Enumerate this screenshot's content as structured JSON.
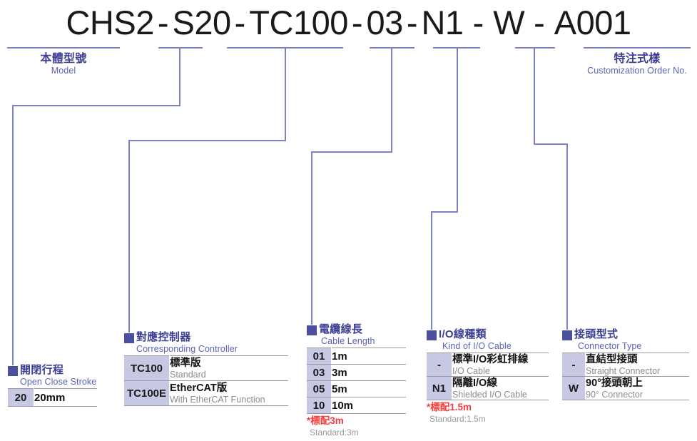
{
  "model_number": {
    "segments": [
      {
        "id": "model",
        "text": "CHS2"
      },
      {
        "id": "stroke",
        "text": "S20"
      },
      {
        "id": "controller",
        "text": "TC100"
      },
      {
        "id": "cable_length",
        "text": "03"
      },
      {
        "id": "io_cable",
        "text": "N1"
      },
      {
        "id": "connector",
        "text": "W"
      },
      {
        "id": "custom_order",
        "text": "A001"
      }
    ],
    "separator": "-"
  },
  "callouts": [
    {
      "id": "model",
      "title_cn": "本體型號",
      "title_en": "Model"
    },
    {
      "id": "custom_order",
      "title_cn": "特注式樣",
      "title_en": "Customization Order No."
    }
  ],
  "sections": [
    {
      "id": "open_close_stroke",
      "title_cn": "開閉行程",
      "title_en": "Open Close Stroke",
      "rows": [
        {
          "code": "20",
          "desc_cn": "20mm",
          "desc_en": ""
        }
      ],
      "note_cn": "",
      "note_en": ""
    },
    {
      "id": "corresponding_controller",
      "title_cn": "對應控制器",
      "title_en": "Corresponding Controller",
      "rows": [
        {
          "code": "TC100",
          "desc_cn": "標準版",
          "desc_en": "Standard"
        },
        {
          "code": "TC100E",
          "desc_cn": "EtherCAT版",
          "desc_en": "With EtherCAT Function"
        }
      ],
      "note_cn": "",
      "note_en": ""
    },
    {
      "id": "cable_length",
      "title_cn": "電纜線長",
      "title_en": "Cable Length",
      "rows": [
        {
          "code": "01",
          "desc_cn": "1m",
          "desc_en": ""
        },
        {
          "code": "03",
          "desc_cn": "3m",
          "desc_en": ""
        },
        {
          "code": "05",
          "desc_cn": "5m",
          "desc_en": ""
        },
        {
          "code": "10",
          "desc_cn": "10m",
          "desc_en": ""
        }
      ],
      "note_cn": "*標配3m",
      "note_en": "Standard:3m"
    },
    {
      "id": "kind_of_io_cable",
      "title_cn": "I/O線種類",
      "title_en": "Kind of I/O Cable",
      "rows": [
        {
          "code": "-",
          "desc_cn": "標準I/O彩虹排線",
          "desc_en": "I/O Cable"
        },
        {
          "code": "N1",
          "desc_cn": "隔離I/O線",
          "desc_en": "Shielded I/O Cable"
        }
      ],
      "note_cn": "*標配1.5m",
      "note_en": "Standard:1.5m"
    },
    {
      "id": "connector_type",
      "title_cn": "接頭型式",
      "title_en": "Connector Type",
      "rows": [
        {
          "code": "-",
          "desc_cn": "直結型接頭",
          "desc_en": "Straight Connector"
        },
        {
          "code": "W",
          "desc_cn": "90°接頭朝上",
          "desc_en": "90° Connector"
        }
      ],
      "note_cn": "",
      "note_en": ""
    }
  ],
  "colors": {
    "accent_blue": "#4a4f9e",
    "title_blue": "#3c3f93",
    "subtitle_blue": "#5a62b8",
    "leader_line": "#7b81c4",
    "code_cell_bg": "#c7c9e4",
    "note_red": "#fb3b3b",
    "desc_en_gray": "#8c8c8c",
    "model_text": "#1a1a1a"
  }
}
